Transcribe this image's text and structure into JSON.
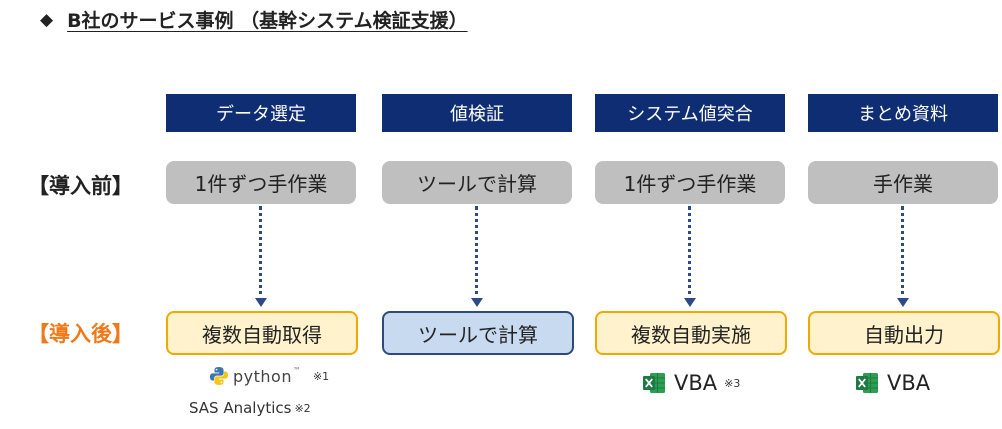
{
  "title": {
    "marker": "◆",
    "text": "B社のサービス事例 （基幹システム検証支援）"
  },
  "steps": [
    "データ選定",
    "値検証",
    "システム値突合",
    "まとめ資料"
  ],
  "row_labels": {
    "before": "【導入前】",
    "after": "【導入後】"
  },
  "before": [
    "1件ずつ手作業",
    "ツールで計算",
    "1件ずつ手作業",
    "手作業"
  ],
  "after": [
    "複数自動取得",
    "ツールで計算",
    "複数自動実施",
    "自動出力"
  ],
  "tools": {
    "col1": {
      "python_word": "python",
      "python_tm": "™",
      "python_note": "※1",
      "sas": "SAS Analytics",
      "sas_note": "※2"
    },
    "col3": {
      "vba": "VBA",
      "vba_note": "※3"
    },
    "col4": {
      "vba": "VBA"
    }
  },
  "colors": {
    "header_bg": "#0e2d72",
    "before_bg": "#bfbfbf",
    "after_border": "#f2a800",
    "after_bg": "#fff2cc",
    "tool_box_bg": "#c8daf0",
    "after_label": "#f07a1a",
    "connector": "#2b4a86"
  }
}
